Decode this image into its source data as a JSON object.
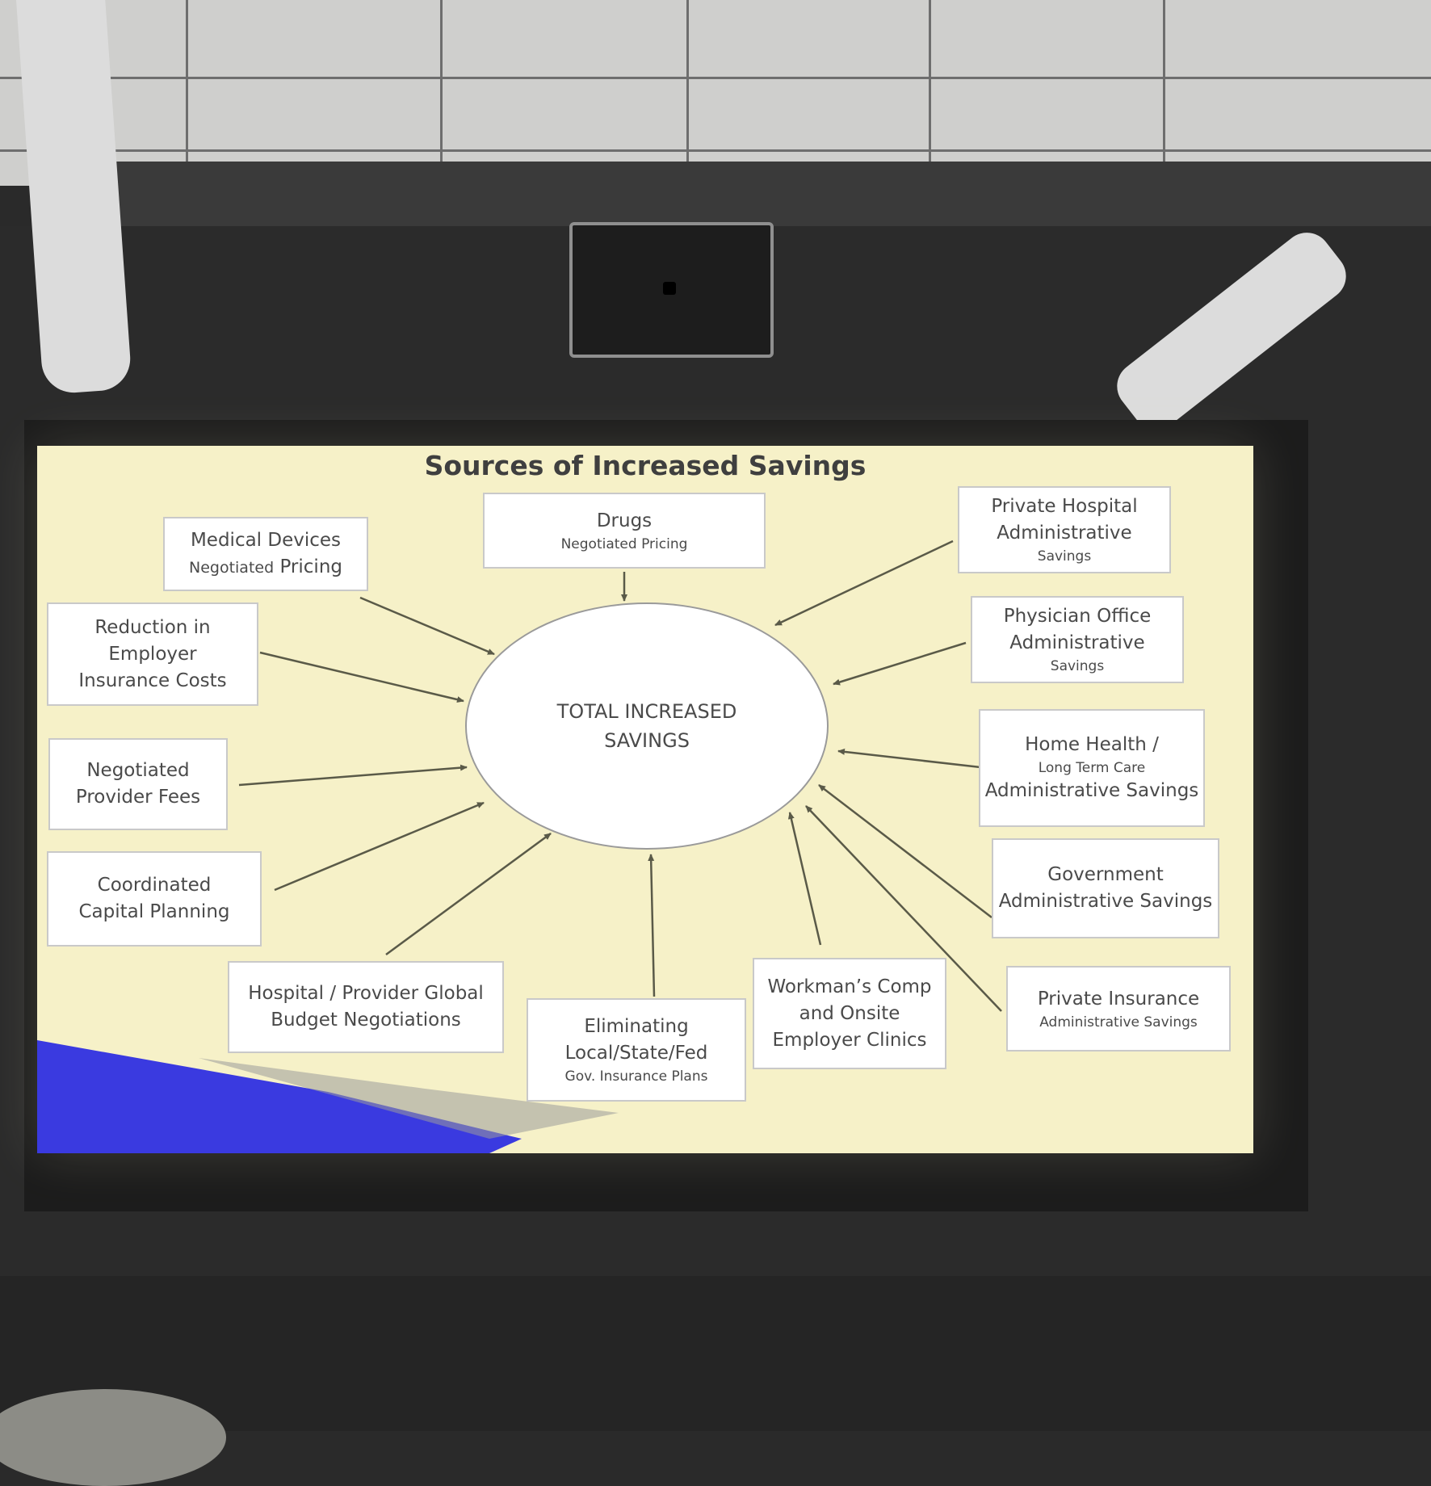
{
  "slide": {
    "title": "Sources of Increased Savings",
    "center": {
      "line1": "TOTAL INCREASED",
      "line2": "SAVINGS"
    },
    "boxes": {
      "medical_devices": {
        "main": "Medical Devices",
        "sub_prefix": "Negotiated",
        "sub_suffix": "Pricing"
      },
      "drugs": {
        "main": "Drugs",
        "sub": "Negotiated Pricing"
      },
      "private_hospital": {
        "line1": "Private Hospital",
        "line2": "Administrative",
        "sub": "Savings"
      },
      "reduction_employer": {
        "line1": "Reduction in",
        "line2": "Employer",
        "line3": "Insurance Costs"
      },
      "physician_office": {
        "line1": "Physician Office",
        "line2": "Administrative",
        "sub": "Savings"
      },
      "negotiated_provider": {
        "line1": "Negotiated",
        "line2": "Provider Fees"
      },
      "home_health": {
        "line1": "Home Health /",
        "sub": "Long Term Care",
        "line2": "Administrative Savings"
      },
      "coordinated_capital": {
        "line1": "Coordinated",
        "line2": "Capital Planning"
      },
      "government": {
        "line1": "Government",
        "line2": "Administrative Savings"
      },
      "hospital_provider": {
        "line1": "Hospital / Provider Global",
        "line2": "Budget Negotiations"
      },
      "eliminating": {
        "line1": "Eliminating",
        "line2": "Local/State/Fed",
        "sub": "Gov. Insurance Plans"
      },
      "workmans_comp": {
        "line1": "Workman’s Comp",
        "line2": "and Onsite",
        "line3": "Employer Clinics"
      },
      "private_insurance": {
        "line1": "Private Insurance",
        "sub": "Administrative Savings"
      }
    },
    "colors": {
      "slide_background": "#f6f1c8",
      "box_background": "#ffffff",
      "arrow": "#5a5a48",
      "accent_blue": "#3a3ae0"
    }
  }
}
